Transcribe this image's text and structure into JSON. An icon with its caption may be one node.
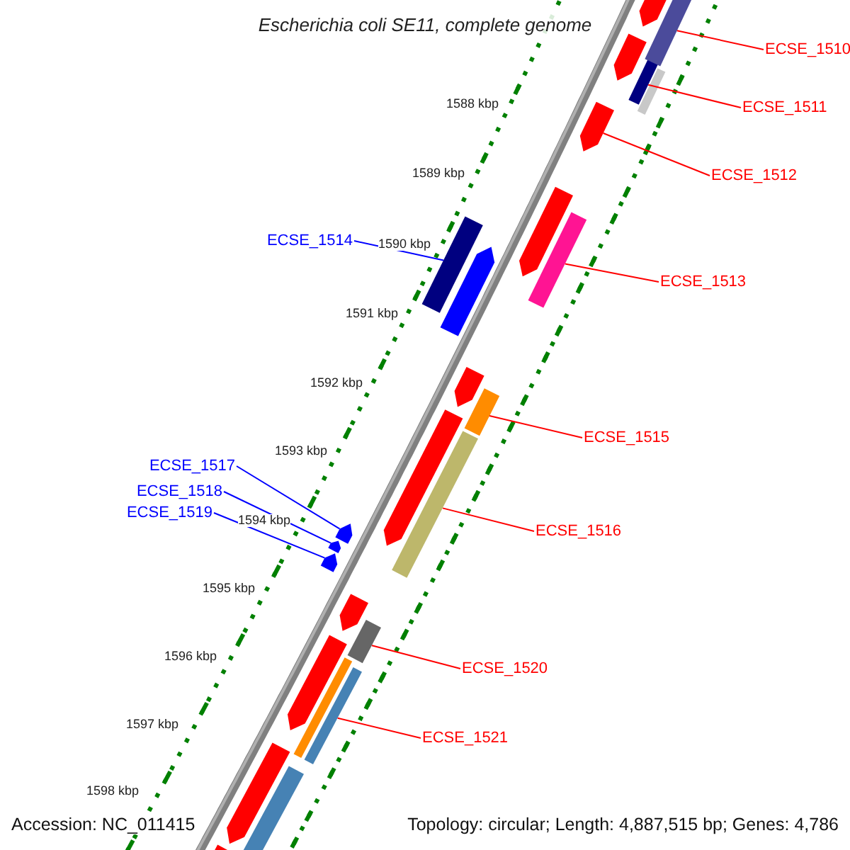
{
  "diagram": {
    "title": "Escherichia coli SE11, complete genome",
    "nodes": [
      {
        "text": [
          "ECSE_1510"
        ]
      },
      {
        "text": [
          "ECSE_1511"
        ]
      },
      {
        "text": [
          "ECSE_1512"
        ]
      },
      {
        "text": [
          "ECSE_1513"
        ]
      },
      {
        "text": [
          "ECSE_1514"
        ]
      },
      {
        "text": [
          "ECSE_1515"
        ]
      },
      {
        "text": [
          "ECSE_1516"
        ]
      },
      {
        "text": [
          "ECSE_1517"
        ]
      },
      {
        "text": [
          "ECSE_1518"
        ]
      },
      {
        "text": [
          "ECSE_1519"
        ]
      },
      {
        "text": [
          "ECSE_1520"
        ]
      },
      {
        "text": [
          "ECSE_1521"
        ]
      },
      {
        "text": [],
        "shape": "bar"
      },
      {
        "text": [],
        "shape": "bar"
      },
      {
        "text": [],
        "shape": "arrow"
      },
      {
        "text": [],
        "shape": "bar"
      },
      {
        "text": [],
        "shape": "bar"
      },
      {
        "text": [],
        "shape": "bar"
      },
      {
        "text": [],
        "shape": "bar"
      },
      {
        "text": [],
        "shape": "arrow"
      },
      {
        "text": [],
        "shape": "arrow"
      },
      {
        "text": [],
        "shape": "arrow"
      },
      {
        "text": [],
        "shape": "bar"
      },
      {
        "text": [],
        "shape": "bar"
      },
      {
        "text": [],
        "shape": "arrow"
      },
      {
        "text": [],
        "shape": "arrow"
      },
      {
        "text": [],
        "shape": "arrow"
      },
      {
        "text": [],
        "shape": "arrow"
      },
      {
        "text": [],
        "shape": "arrow"
      },
      {
        "text": [],
        "shape": "arrow"
      },
      {
        "text": [],
        "shape": "arrow"
      },
      {
        "text": [],
        "shape": "arrow"
      },
      {
        "text": [],
        "shape": "arrow"
      },
      {
        "text": [],
        "shape": "bar"
      },
      {
        "text": [],
        "shape": "arrow"
      },
      {
        "text": [],
        "shape": "bar"
      },
      {
        "text": [],
        "shape": "bar"
      }
    ],
    "edges": [
      {
        "from": 0,
        "to": 12,
        "arrow": "none"
      },
      {
        "from": 1,
        "to": 13,
        "arrow": "none"
      },
      {
        "from": 2,
        "to": 14,
        "arrow": "none"
      },
      {
        "from": 3,
        "to": 15,
        "arrow": "none"
      },
      {
        "from": 4,
        "to": 16,
        "arrow": "none",
        "color": "#0000ff"
      },
      {
        "from": 5,
        "to": 17,
        "arrow": "none"
      },
      {
        "from": 6,
        "to": 18,
        "arrow": "none"
      },
      {
        "from": 7,
        "to": 19,
        "arrow": "none",
        "color": "#0000ff"
      },
      {
        "from": 8,
        "to": 20,
        "arrow": "none",
        "color": "#0000ff"
      },
      {
        "from": 9,
        "to": 21,
        "arrow": "none",
        "color": "#0000ff"
      },
      {
        "from": 10,
        "to": 22,
        "arrow": "none"
      },
      {
        "from": 11,
        "to": 23,
        "arrow": "none"
      }
    ],
    "labels": [
      "1588 kbp",
      "1589 kbp",
      "1590 kbp",
      "1591 kbp",
      "1592 kbp",
      "1593 kbp",
      "1594 kbp",
      "1595 kbp",
      "1596 kbp",
      "1597 kbp",
      "1598 kbp",
      "Accession: NC_011415",
      "Topology: circular; Length: 4,887,515 bp; Genes: 4,786"
    ]
  }
}
